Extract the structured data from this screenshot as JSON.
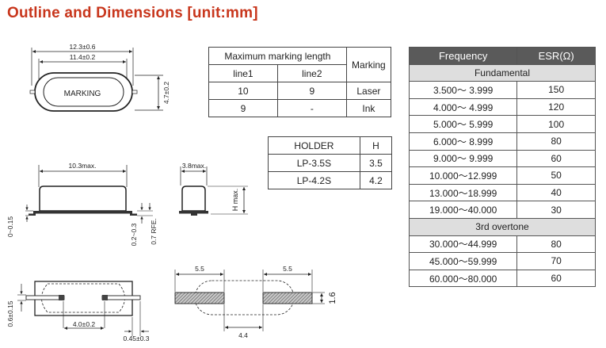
{
  "title": "Outline and Dimensions [unit:mm]",
  "drawings": {
    "top_view": {
      "dim_overall": "12.3±0.6",
      "dim_body": "11.4±0.2",
      "marking_label": "MARKING",
      "dim_height": "4.7±0.2"
    },
    "side_view": {
      "dim_length": "10.3max.",
      "dim_lead_offset": "0~0.15",
      "dim_lead_thickness": "0.2~0.3",
      "dim_ref": "0.7 RFE."
    },
    "end_view": {
      "dim_width": "3.8max.",
      "dim_height": "H max."
    },
    "bottom_view": {
      "dim_lead_width": "0.6±0.15",
      "dim_pitch": "4.0±0.2",
      "dim_lead": "0.45±0.3"
    },
    "land_pattern": {
      "dim_left_pad": "5.5",
      "dim_right_pad": "5.5",
      "dim_pad_height": "1.6",
      "dim_gap": "4.4"
    }
  },
  "marking_table": {
    "header_length": "Maximum marking length",
    "header_marking": "Marking",
    "col_line1": "line1",
    "col_line2": "line2",
    "rows": [
      {
        "line1": "10",
        "line2": "9",
        "marking": "Laser"
      },
      {
        "line1": "9",
        "line2": "-",
        "marking": "Ink"
      }
    ]
  },
  "holder_table": {
    "col_holder": "HOLDER",
    "col_h": "H",
    "rows": [
      {
        "holder": "LP-3.5S",
        "h": "3.5"
      },
      {
        "holder": "LP-4.2S",
        "h": "4.2"
      }
    ]
  },
  "esr_table": {
    "col_frequency": "Frequency",
    "col_esr": "ESR(Ω)",
    "sections": [
      {
        "name": "Fundamental",
        "rows": [
          {
            "freq": "3.500～ 3.999",
            "esr": "150"
          },
          {
            "freq": "4.000～ 4.999",
            "esr": "120"
          },
          {
            "freq": "5.000～ 5.999",
            "esr": "100"
          },
          {
            "freq": "6.000～ 8.999",
            "esr": "80"
          },
          {
            "freq": "9.000～ 9.999",
            "esr": "60"
          },
          {
            "freq": "10.000～12.999",
            "esr": "50"
          },
          {
            "freq": "13.000～18.999",
            "esr": "40"
          },
          {
            "freq": "19.000～40.000",
            "esr": "30"
          }
        ]
      },
      {
        "name": "3rd overtone",
        "rows": [
          {
            "freq": "30.000～44.999",
            "esr": "80"
          },
          {
            "freq": "45.000～59.999",
            "esr": "70"
          },
          {
            "freq": "60.000～80.000",
            "esr": "60"
          }
        ]
      }
    ]
  }
}
